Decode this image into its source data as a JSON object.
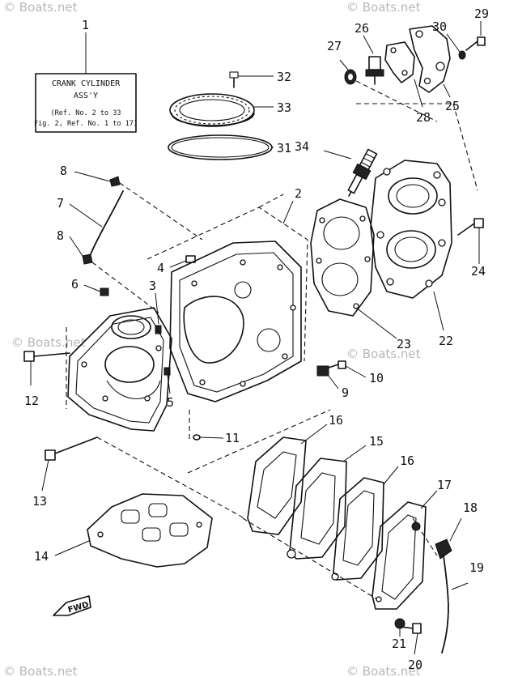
{
  "watermark": "© Boats.net",
  "assembly_box": {
    "title": "CRANK CYLINDER",
    "subtitle": "ASS'Y",
    "ref_line_1": "(Ref. No. 2 to 33",
    "ref_line_2": "Fig. 2, Ref. No. 1 to 17)"
  },
  "fwd_label": "FWD",
  "callouts": [
    {
      "id": "c1",
      "label": "1"
    },
    {
      "id": "c2",
      "label": "2"
    },
    {
      "id": "c3",
      "label": "3"
    },
    {
      "id": "c4",
      "label": "4"
    },
    {
      "id": "c5",
      "label": "5"
    },
    {
      "id": "c6",
      "label": "6"
    },
    {
      "id": "c7",
      "label": "7"
    },
    {
      "id": "c8a",
      "label": "8"
    },
    {
      "id": "c8b",
      "label": "8"
    },
    {
      "id": "c9",
      "label": "9"
    },
    {
      "id": "c10",
      "label": "10"
    },
    {
      "id": "c11",
      "label": "11"
    },
    {
      "id": "c12",
      "label": "12"
    },
    {
      "id": "c13",
      "label": "13"
    },
    {
      "id": "c14",
      "label": "14"
    },
    {
      "id": "c15",
      "label": "15"
    },
    {
      "id": "c16a",
      "label": "16"
    },
    {
      "id": "c16b",
      "label": "16"
    },
    {
      "id": "c17",
      "label": "17"
    },
    {
      "id": "c18",
      "label": "18"
    },
    {
      "id": "c19",
      "label": "19"
    },
    {
      "id": "c20",
      "label": "20"
    },
    {
      "id": "c21",
      "label": "21"
    },
    {
      "id": "c22",
      "label": "22"
    },
    {
      "id": "c23",
      "label": "23"
    },
    {
      "id": "c24",
      "label": "24"
    },
    {
      "id": "c25",
      "label": "25"
    },
    {
      "id": "c26",
      "label": "26"
    },
    {
      "id": "c27",
      "label": "27"
    },
    {
      "id": "c28",
      "label": "28"
    },
    {
      "id": "c29",
      "label": "29"
    },
    {
      "id": "c30",
      "label": "30"
    },
    {
      "id": "c31",
      "label": "31"
    },
    {
      "id": "c32",
      "label": "32"
    },
    {
      "id": "c33",
      "label": "33"
    },
    {
      "id": "c34",
      "label": "34"
    }
  ]
}
